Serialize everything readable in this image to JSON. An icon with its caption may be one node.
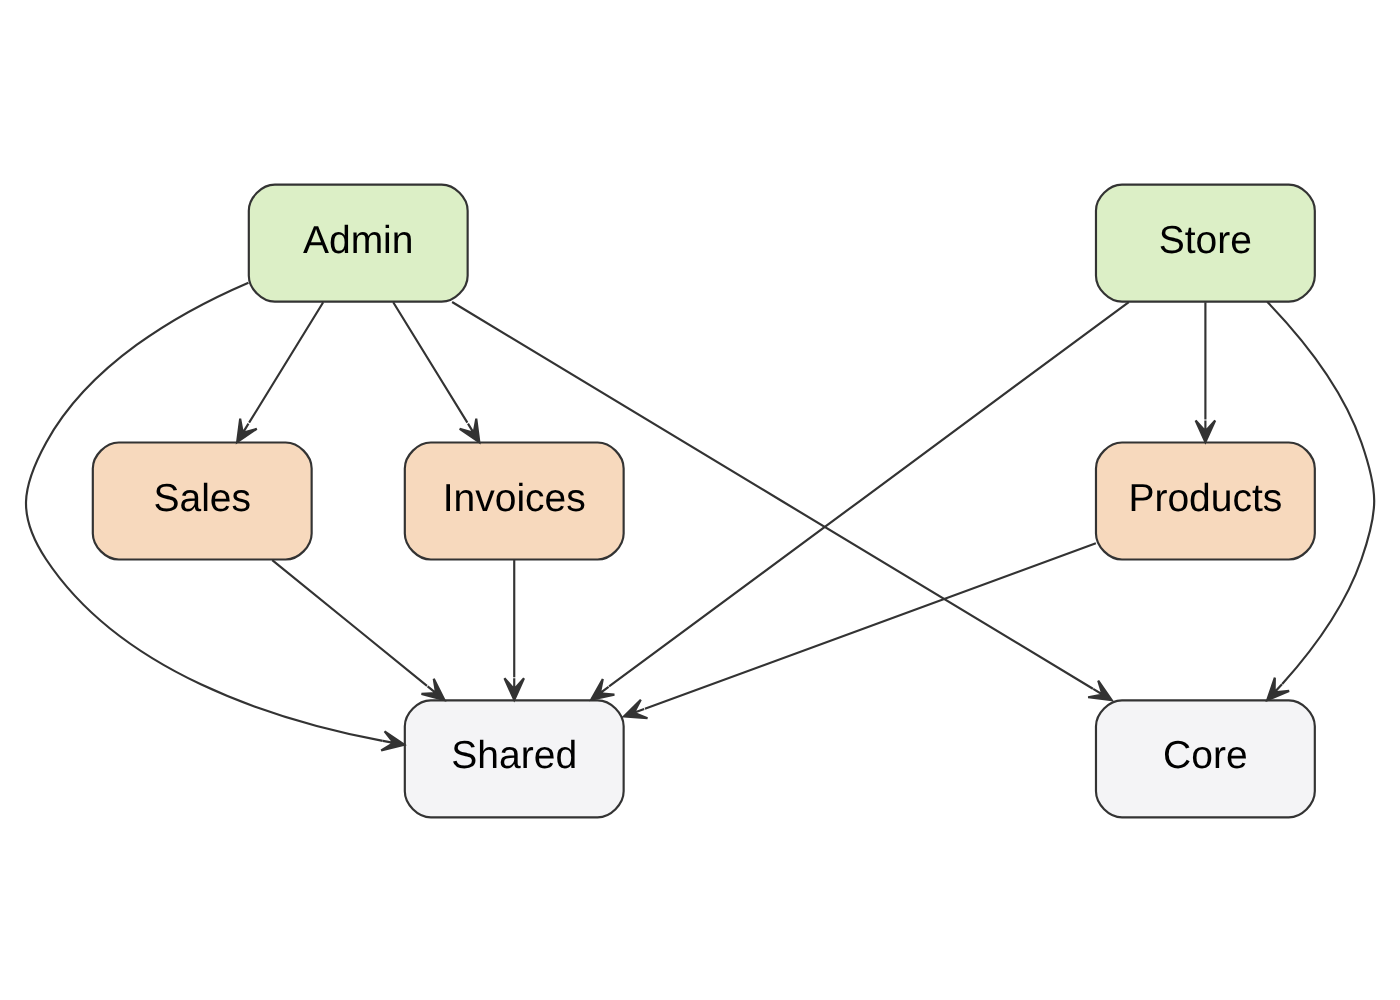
{
  "diagram": {
    "nodes": [
      {
        "text": [
          "Store"
        ]
      },
      {
        "text": [
          "Admin"
        ]
      },
      {
        "text": [
          "Products"
        ]
      },
      {
        "text": [
          "Sales"
        ]
      },
      {
        "text": [
          "Invoices"
        ]
      },
      {
        "text": [
          "Shared"
        ]
      },
      {
        "text": [
          "Core"
        ]
      }
    ],
    "edges": [
      {
        "from": 0,
        "to": 2,
        "arrow": "to"
      },
      {
        "from": 0,
        "to": 5,
        "arrow": "to"
      },
      {
        "from": 0,
        "to": 6,
        "arrow": "to"
      },
      {
        "from": 1,
        "to": 5,
        "arrow": "to"
      },
      {
        "from": 1,
        "to": 3,
        "arrow": "to"
      },
      {
        "from": 1,
        "to": 4,
        "arrow": "to"
      },
      {
        "from": 1,
        "to": 6,
        "arrow": "to"
      },
      {
        "from": 2,
        "to": 5,
        "arrow": "to"
      },
      {
        "from": 3,
        "to": 5,
        "arrow": "to"
      },
      {
        "from": 4,
        "to": 5,
        "arrow": "to"
      }
    ]
  }
}
